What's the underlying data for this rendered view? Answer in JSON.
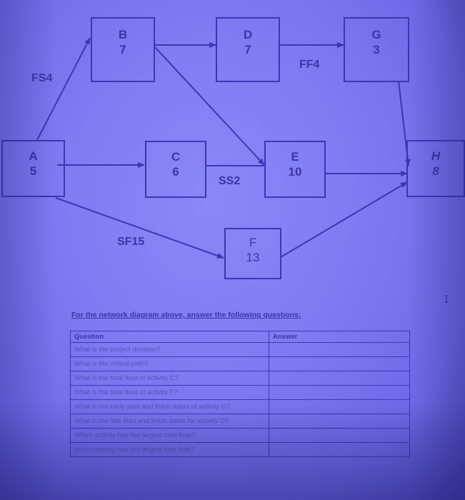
{
  "diagram": {
    "nodes": [
      {
        "id": "A",
        "duration": "5"
      },
      {
        "id": "B",
        "duration": "7"
      },
      {
        "id": "C",
        "duration": "6"
      },
      {
        "id": "D",
        "duration": "7"
      },
      {
        "id": "E",
        "duration": "10"
      },
      {
        "id": "F",
        "duration": "13"
      },
      {
        "id": "G",
        "duration": "3"
      },
      {
        "id": "H",
        "duration": "8"
      }
    ],
    "relationships": [
      {
        "from": "A",
        "to": "B",
        "label": "FS4"
      },
      {
        "from": "A",
        "to": "C",
        "label": ""
      },
      {
        "from": "A",
        "to": "F",
        "label": "SF15"
      },
      {
        "from": "B",
        "to": "D",
        "label": ""
      },
      {
        "from": "B",
        "to": "E",
        "label": ""
      },
      {
        "from": "C",
        "to": "E",
        "label": "SS2"
      },
      {
        "from": "D",
        "to": "G",
        "label": "FF4"
      },
      {
        "from": "E",
        "to": "H",
        "label": ""
      },
      {
        "from": "F",
        "to": "H",
        "label": ""
      },
      {
        "from": "G",
        "to": "H",
        "label": ""
      }
    ]
  },
  "cursor_glyph": "I",
  "instructions": "For the network diagram above, answer the following questions:",
  "table": {
    "headers": [
      "Question",
      "Answer"
    ],
    "rows": [
      {
        "question": "What is the project duration?",
        "answer": ""
      },
      {
        "question": "What is the critical path?",
        "answer": ""
      },
      {
        "question": "What is the total float of activity C?",
        "answer": ""
      },
      {
        "question": "What is the total float of activity F?",
        "answer": ""
      },
      {
        "question": "What is the early start and finish dates of activity G?",
        "answer": ""
      },
      {
        "question": "What is the late start and finish dates for activity D?",
        "answer": ""
      },
      {
        "question": "Which activity has the largest total float?",
        "answer": ""
      },
      {
        "question": "Which activity has the largest free float?",
        "answer": ""
      }
    ]
  },
  "colors": {
    "background": "#807df3",
    "ink": "#3b37b6"
  }
}
